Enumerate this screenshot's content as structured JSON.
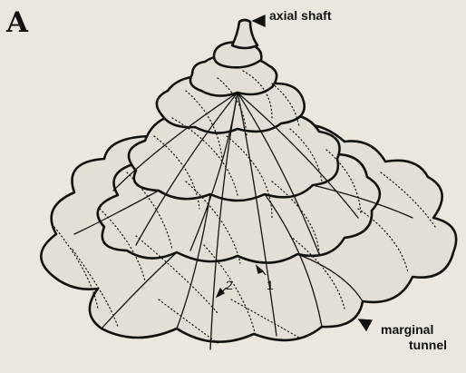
{
  "figure": {
    "panel_letter": "A",
    "labels": {
      "axial_shaft": "axial shaft",
      "marginal_tunnel_line1": "marginal",
      "marginal_tunnel_line2": "tunnel",
      "spiral_1": "1",
      "spiral_2": "2"
    },
    "colors": {
      "background": "#ebe7df",
      "fill": "#e3dfd6",
      "ink": "#111111"
    }
  }
}
